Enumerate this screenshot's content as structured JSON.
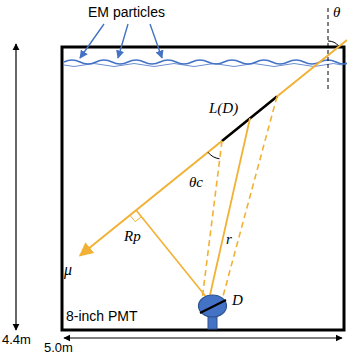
{
  "diagram": {
    "labels": [
      "EM particles",
      "θ",
      "L(D)",
      "θc",
      "μ",
      "Rp",
      "r",
      "D",
      "8-inch PMT",
      "4.4m",
      "5.0m"
    ]
  }
}
